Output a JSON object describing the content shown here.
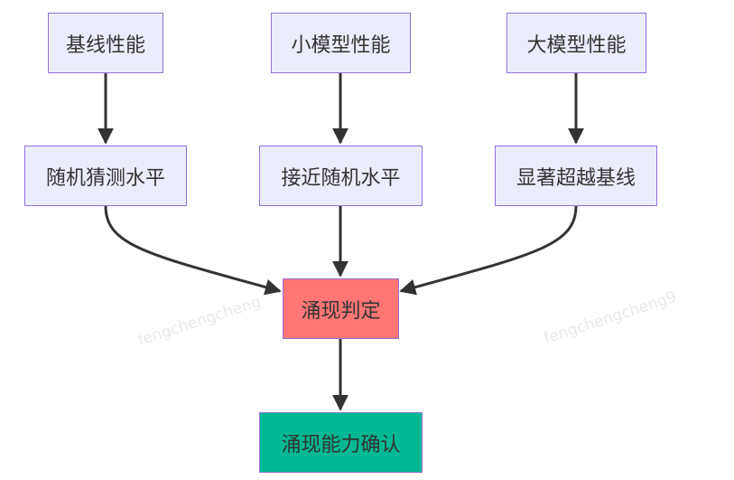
{
  "diagram": {
    "nodes": {
      "baseline_perf": {
        "label": "基线性能"
      },
      "small_model_perf": {
        "label": "小模型性能"
      },
      "large_model_perf": {
        "label": "大模型性能"
      },
      "random_guess": {
        "label": "随机猜测水平"
      },
      "near_random": {
        "label": "接近随机水平"
      },
      "beyond_baseline": {
        "label": "显著超越基线"
      },
      "emergence_judgment": {
        "label": "涌现判定",
        "fill": "#FF7675"
      },
      "emergence_confirmed": {
        "label": "涌现能力确认",
        "fill": "#00B894"
      }
    },
    "edges": [
      {
        "from": "baseline_perf",
        "to": "random_guess"
      },
      {
        "from": "small_model_perf",
        "to": "near_random"
      },
      {
        "from": "large_model_perf",
        "to": "beyond_baseline"
      },
      {
        "from": "random_guess",
        "to": "emergence_judgment"
      },
      {
        "from": "near_random",
        "to": "emergence_judgment"
      },
      {
        "from": "beyond_baseline",
        "to": "emergence_judgment"
      },
      {
        "from": "emergence_judgment",
        "to": "emergence_confirmed"
      }
    ],
    "colors": {
      "node_fill": "#ECECFF",
      "node_border": "#9370DB",
      "edge": "#333333",
      "text": "#333333"
    }
  },
  "watermarks": [
    "fengchengcheng",
    "fengchengcheng9"
  ]
}
